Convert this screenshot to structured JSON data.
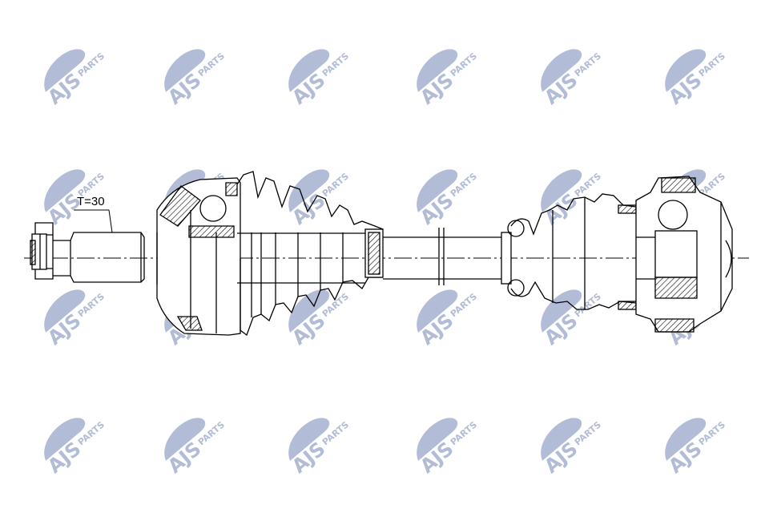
{
  "watermark": {
    "brand": "AJS",
    "suffix": "PARTS",
    "color": "#9aa6c9",
    "rows": 4,
    "cols": 6
  },
  "drawing": {
    "dimension_label": "T=30",
    "line_color": "#000000",
    "hatch_color": "#000000"
  }
}
